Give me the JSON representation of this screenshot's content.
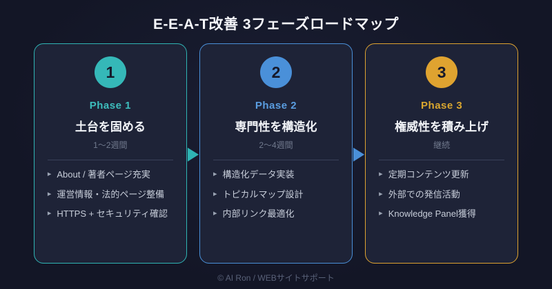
{
  "page": {
    "title": "E-E-A-T改善 3フェーズロードマップ",
    "footer": "© AI Ron / WEBサイトサポート"
  },
  "glyphs": {
    "bullet": "▸",
    "arrow": "▶"
  },
  "colors": {
    "background": "#131626",
    "card_background": "#1e2337",
    "phase1_accent": "#2fb5b5",
    "phase2_accent": "#4a90d9",
    "phase3_accent": "#dfa330",
    "heading_text": "#f5f6fa",
    "body_text": "#c6ccd8",
    "muted_text": "#717a8e"
  },
  "phases": [
    {
      "number": "1",
      "label": "Phase 1",
      "title": "土台を固める",
      "duration": "1〜2週間",
      "accent": "#2fb5b5",
      "items": [
        "About / 著者ページ充実",
        "運営情報・法的ページ整備",
        "HTTPS + セキュリティ確認"
      ]
    },
    {
      "number": "2",
      "label": "Phase 2",
      "title": "専門性を構造化",
      "duration": "2〜4週間",
      "accent": "#4a90d9",
      "items": [
        "構造化データ実装",
        "トピカルマップ設計",
        "内部リンク最適化"
      ]
    },
    {
      "number": "3",
      "label": "Phase 3",
      "title": "権威性を積み上げ",
      "duration": "継続",
      "accent": "#dfa330",
      "items": [
        "定期コンテンツ更新",
        "外部での発信活動",
        "Knowledge Panel獲得"
      ]
    }
  ]
}
